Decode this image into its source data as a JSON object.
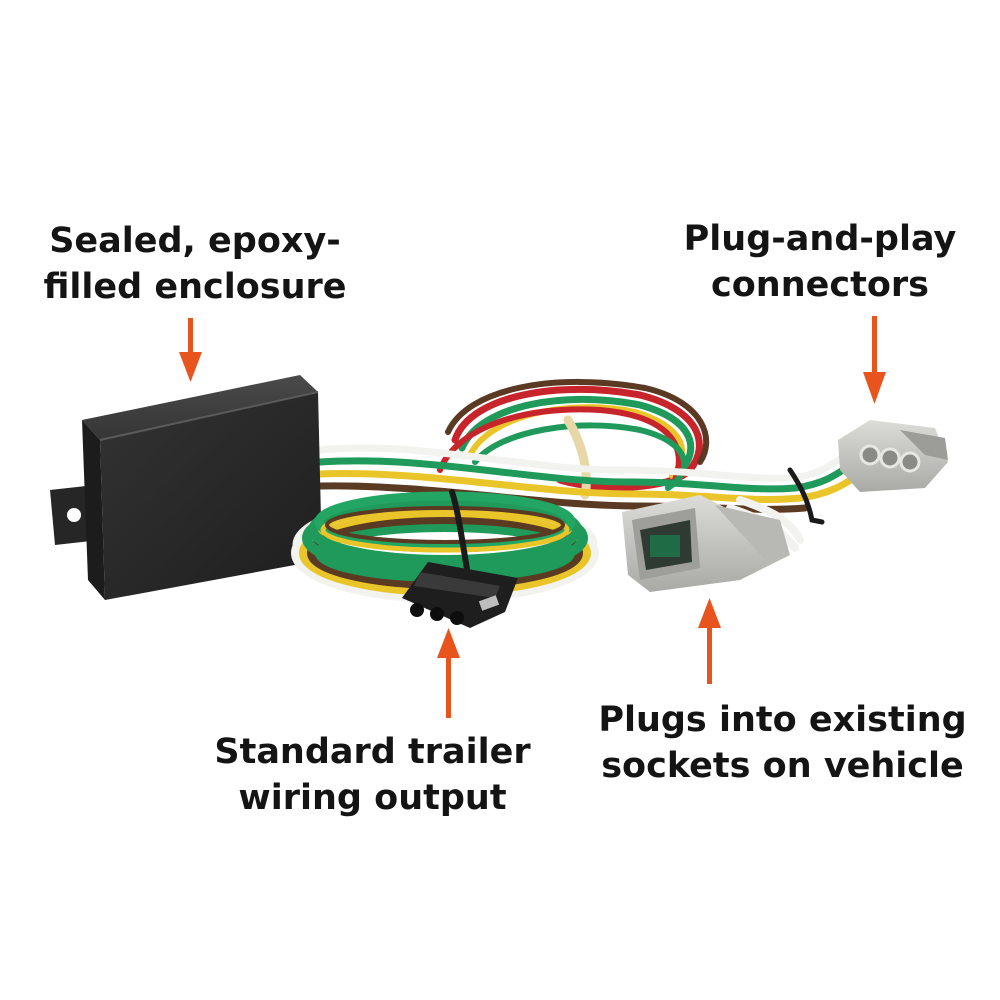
{
  "callouts": {
    "enclosure": {
      "line1": "Sealed, epoxy-",
      "line2": "filled enclosure"
    },
    "connectors": {
      "line1": "Plug-and-play",
      "line2": "connectors"
    },
    "output": {
      "line1": "Standard trailer",
      "line2": "wiring output"
    },
    "sockets": {
      "line1": "Plugs into existing",
      "line2": "sockets on vehicle"
    }
  },
  "colors": {
    "arrow": "#e8541e",
    "text": "#141414",
    "module": "#2b2b2b",
    "wire_green": "#1f9a5a",
    "wire_yellow": "#e9c52a",
    "wire_brown": "#5a3a22",
    "wire_white": "#f2f2ee",
    "wire_red": "#c8242c",
    "connector_gray": "#c8c8c4"
  }
}
